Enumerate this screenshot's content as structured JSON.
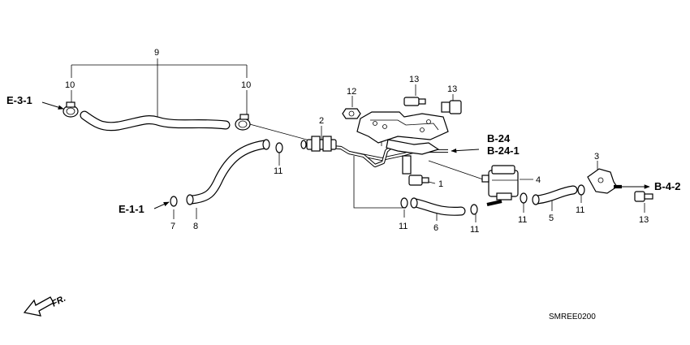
{
  "callouts": {
    "p9": "9",
    "p10a": "10",
    "p10b": "10",
    "p12": "12",
    "p13a": "13",
    "p13b": "13",
    "p13c": "13",
    "p2": "2",
    "p1": "1",
    "p4": "4",
    "p3": "3",
    "p5": "5",
    "p6": "6",
    "p7": "7",
    "p8": "8",
    "p11a": "11",
    "p11b": "11",
    "p11c": "11",
    "p11d": "11",
    "p11e": "11"
  },
  "references": {
    "e31": "E-3-1",
    "e11": "E-1-1",
    "b24": "B-24",
    "b241": "B-24-1",
    "b42": "B-4-2"
  },
  "front_indicator": "FR.",
  "diagram_code": "SMREE0200"
}
